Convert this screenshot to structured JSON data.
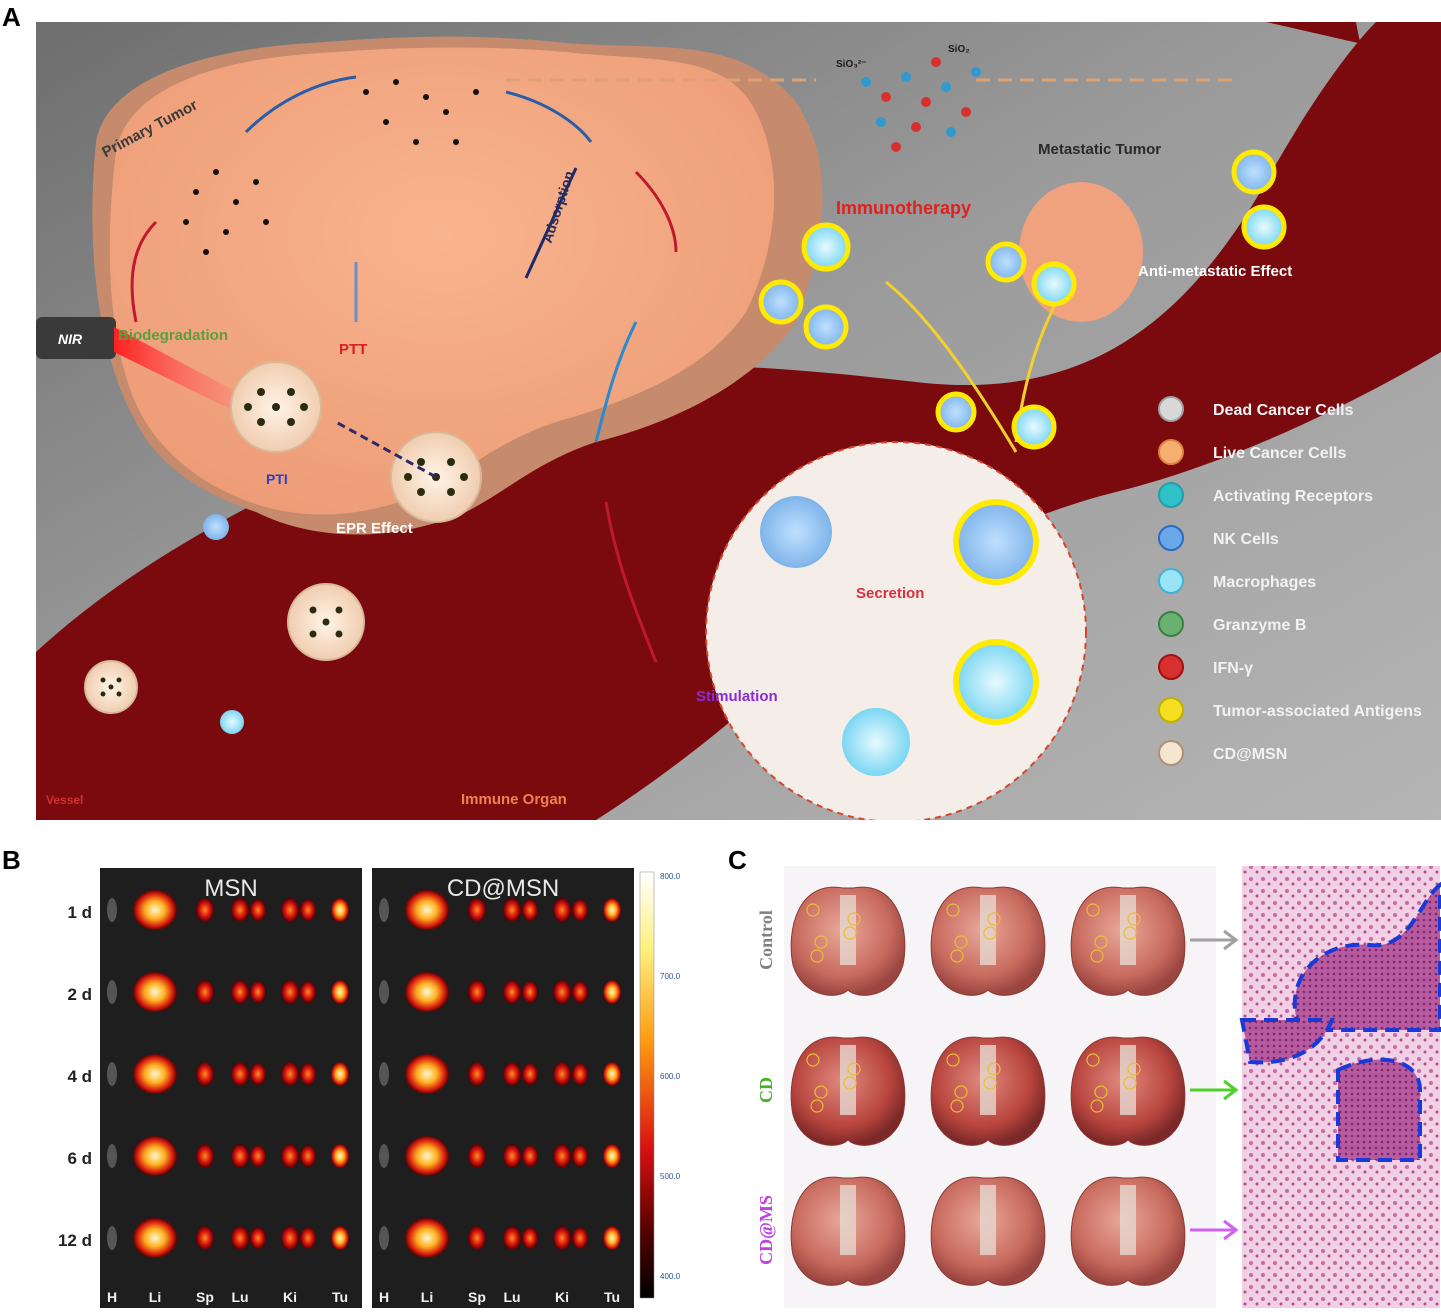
{
  "panels": {
    "a": {
      "letter": "A",
      "labels": {
        "primary_tumor": "Primary Tumor",
        "biodegradation": "Biodegradation",
        "nir": "NIR",
        "ptt": "PTT",
        "pti": "PTI",
        "epr_effect": "EPR Effect",
        "adsorption": "Adsorption",
        "immunotherapy": "Immunotherapy",
        "metastatic_tumor": "Metastatic Tumor",
        "anti_metastatic": "Anti-metastatic Effect",
        "secretion": "Secretion",
        "stimulation": "Stimulation",
        "immune_organ": "Immune Organ",
        "vessel": "Vessel",
        "sio3": "SiO₃²⁻",
        "sio2": "SiO₂"
      },
      "legend": [
        {
          "icon": "dead-cancer-cell-icon",
          "label": "Dead Cancer Cells"
        },
        {
          "icon": "live-cancer-cell-icon",
          "label": "Live Cancer Cells"
        },
        {
          "icon": "activating-receptor-icon",
          "label": "Activating Receptors"
        },
        {
          "icon": "nk-cell-icon",
          "label": "NK Cells"
        },
        {
          "icon": "macrophage-icon",
          "label": "Macrophages"
        },
        {
          "icon": "granzyme-b-icon",
          "label": "Granzyme B"
        },
        {
          "icon": "ifn-gamma-icon",
          "label": "IFN-γ"
        },
        {
          "icon": "tumor-antigen-icon",
          "label": "Tumor-associated Antigens"
        },
        {
          "icon": "cd-msn-icon",
          "label": "CD@MSN"
        }
      ]
    },
    "b": {
      "letter": "B",
      "groups": [
        "MSN",
        "CD@MSN"
      ],
      "timepoints": [
        "1 d",
        "2 d",
        "4 d",
        "6 d",
        "12 d"
      ],
      "organs": [
        "H",
        "Li",
        "Sp",
        "Lu",
        "Ki",
        "Tu"
      ],
      "colorbar_ticks": [
        "800.0",
        "700.0",
        "600.0",
        "500.0",
        "400.0"
      ]
    },
    "c": {
      "letter": "C",
      "rows": [
        {
          "label": "Control",
          "color": "#808080",
          "arrow_color": "#a0a0a0"
        },
        {
          "label": "CD",
          "color": "#4caf2a",
          "arrow_color": "#4cd12a"
        },
        {
          "label": "CD@MS",
          "color": "#c040e0",
          "arrow_color": "#d060f0"
        }
      ]
    }
  },
  "colors": {
    "vessel": "#7a0a0e",
    "tumor": "#f2a882",
    "background": "#8c8c8c",
    "nk_cell": "#3b7bd6",
    "macrophage": "#6ad0ee",
    "glow": "#ffea00",
    "histology": "#d98fc0"
  }
}
